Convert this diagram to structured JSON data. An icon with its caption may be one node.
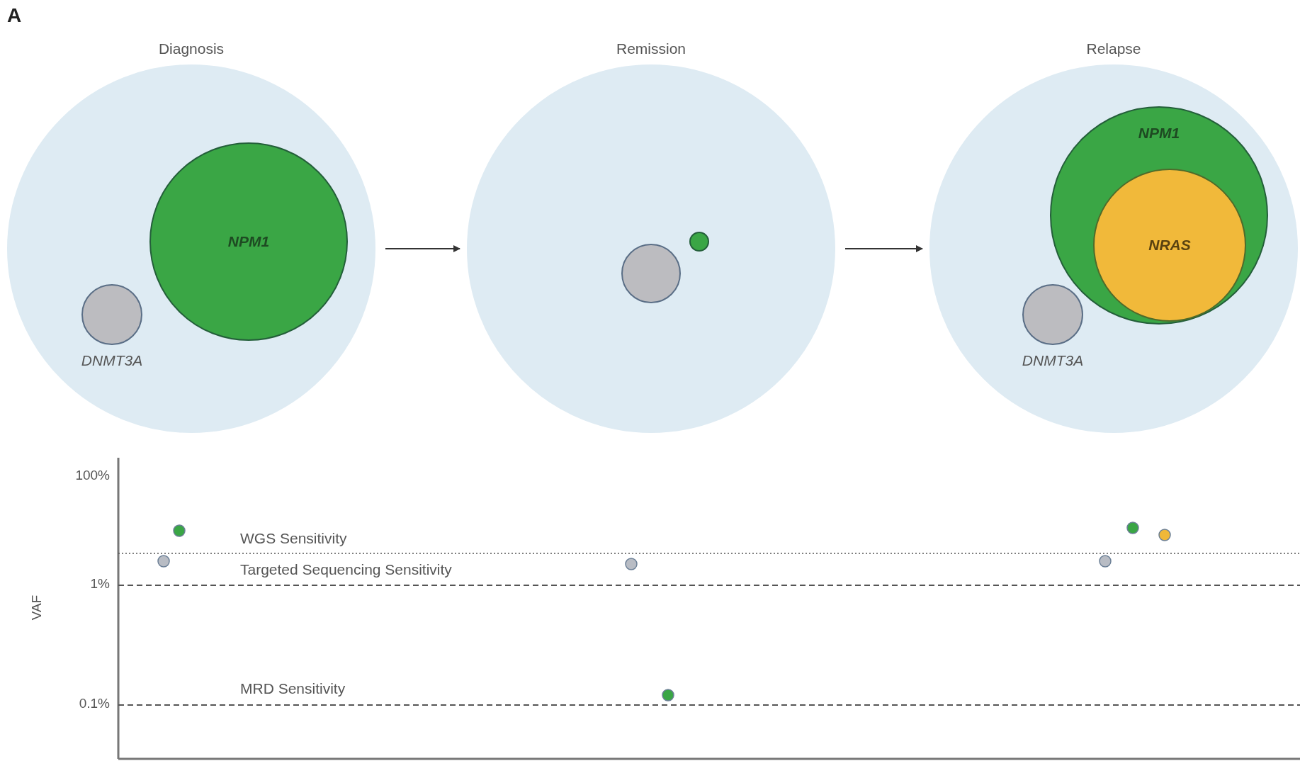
{
  "diagram": {
    "nodes": [
      {
        "text": [
          "Diagnosis"
        ]
      },
      {
        "text": [
          "NPM1"
        ],
        "in": 0
      },
      {
        "text": [
          "DNMT3A"
        ],
        "in": 0
      },
      {
        "text": [
          "Remission"
        ]
      },
      {
        "text": [],
        "shape": "circle",
        "in": 3
      },
      {
        "text": [],
        "shape": "circle",
        "in": 3
      },
      {
        "text": [
          "Relapse"
        ]
      },
      {
        "text": [
          "NPM1"
        ],
        "in": 6
      },
      {
        "text": [
          "NRAS"
        ],
        "in": 7
      },
      {
        "text": [
          "DNMT3A"
        ],
        "in": 6
      }
    ],
    "edges": [
      {
        "from": 0,
        "to": 3,
        "arrow": "to"
      },
      {
        "from": 3,
        "to": 6,
        "arrow": "to"
      }
    ],
    "labels": [
      "A",
      "100%",
      "WGS Sensitivity",
      "Targeted Sequencing Sensitivity",
      "1%",
      "VAF",
      "MRD Sensitivity",
      "0.1%"
    ]
  }
}
